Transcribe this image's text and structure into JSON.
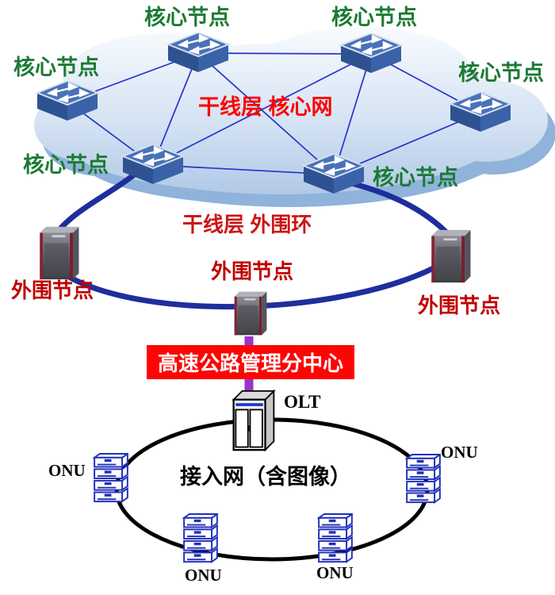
{
  "diagram": {
    "core_layer": {
      "title": "干线层 核心网",
      "node_labels": [
        "核心节点",
        "核心节点",
        "核心节点",
        "核心节点",
        "核心节点",
        "核心节点"
      ]
    },
    "ring_layer": {
      "title": "干线层 外围环",
      "node_labels": [
        "外围节点",
        "外围节点",
        "外围节点"
      ]
    },
    "banner_label": "高速公路管理分中心",
    "olt_label": "OLT",
    "access_layer": {
      "title": "接入网（含图像）",
      "node_labels": [
        "ONU",
        "ONU",
        "ONU",
        "ONU"
      ]
    },
    "colors": {
      "core_label_green": "#1B7A34",
      "core_title_red": "#FF0000",
      "ring_title_red": "#CC1515",
      "peripheral_label_red": "#C00000",
      "banner_background": "#FE0505",
      "banner_text": "#FFFFFF",
      "mesh_link_blue": "#2633CC",
      "ring_link_navy": "#1F2E9C",
      "uplink_purple": "#9933CC",
      "access_ring_black": "#000000",
      "cloud_fill_top": "#F4F8FC",
      "cloud_fill_bottom": "#AEC7E6",
      "cloud_shadow": "#8FB3DA",
      "switch_blue": "#4A72B8",
      "onu_blue": "#2030B8"
    }
  }
}
